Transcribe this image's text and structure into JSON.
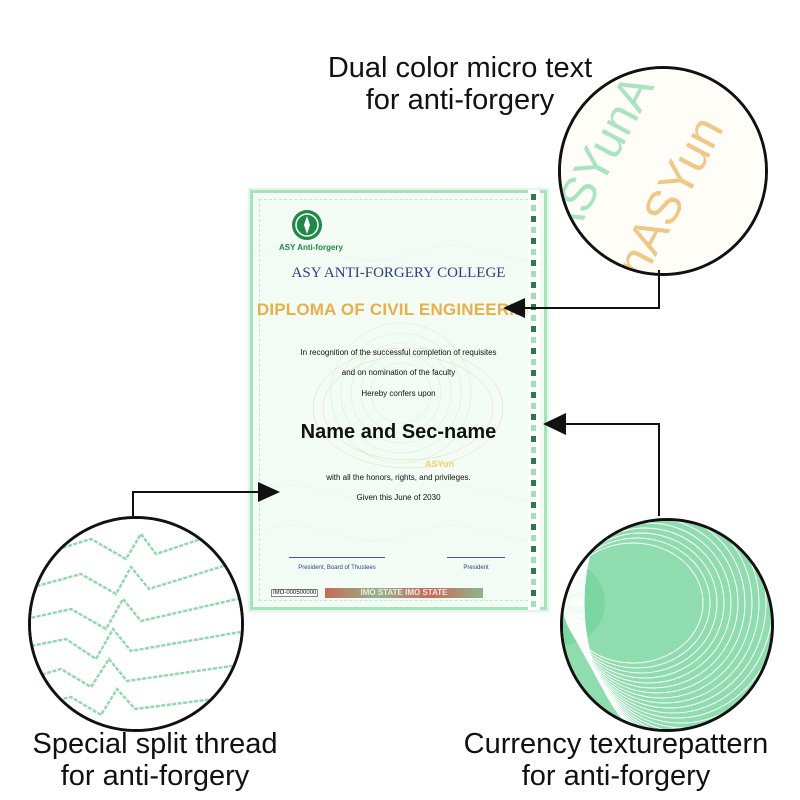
{
  "callouts": {
    "micro_text": {
      "line1": "Dual color micro text",
      "line2": "for anti-forgery"
    },
    "split_thread": {
      "line1": "Special split thread",
      "line2": "for anti-forgery"
    },
    "texture": {
      "line1": "Currency texturepattern",
      "line2": "for anti-forgery"
    }
  },
  "certificate": {
    "brand": "ASY Anti-forgery",
    "college": "ASY ANTI-FORGERY COLLEGE",
    "diploma": "DIPLOMA OF CIVIL ENGINEERING",
    "line1": "In recognition of the successful completion of requisites",
    "line2": "and on nomination of the faculty",
    "line3": "Hereby confers upon",
    "name": "Name and Sec-name",
    "micro_mark": "ASYun",
    "line4": "with all the honors, rights, and privileges.",
    "line5": "Given this June of 2030",
    "sig_left": "President, Board of Thustees",
    "sig_right": "President",
    "serial": "IMO-000500000",
    "stamp_text": "IMO STATE IMO STATE"
  },
  "zoom_micro": {
    "text1": "ASYunA",
    "text2": "nASYun"
  },
  "colors": {
    "green": "#9fe0b5",
    "orange": "#e8b04a",
    "navy": "#2d3f86",
    "arrow": "#111111"
  }
}
